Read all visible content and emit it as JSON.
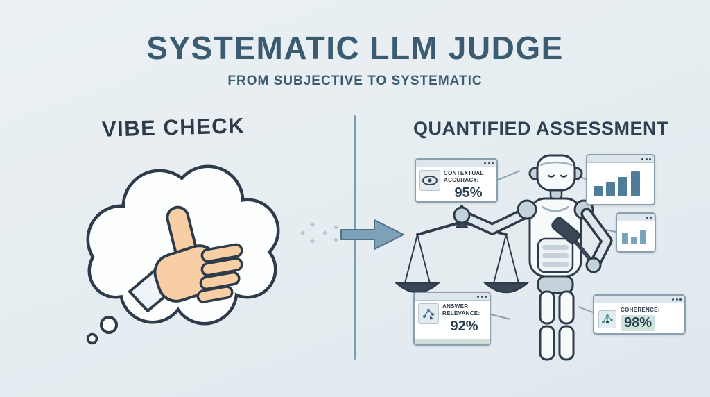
{
  "header": {
    "title": "SYSTEMATIC LLM JUDGE",
    "subtitle": "FROM SUBJECTIVE TO SYSTEMATIC"
  },
  "left_panel": {
    "heading": "VIBE CHECK",
    "illustration": "thumbs-up-thought-bubble"
  },
  "right_panel": {
    "heading": "QUANTIFIED ASSESSMENT",
    "illustration": "robot-judge-with-scale-and-gavel",
    "metric_cards": [
      {
        "id": "contextual-accuracy",
        "icon": "eye-icon",
        "label": "CONTEXTUAL ACCURACY:",
        "value": "95%"
      },
      {
        "id": "answer-relevance",
        "icon": "network-cursor-icon",
        "label": "ANSWER RELEVANCE:",
        "value": "92%"
      },
      {
        "id": "coherence",
        "icon": "network-icon",
        "label": "COHERENCE:",
        "value": "98%"
      }
    ]
  },
  "chart_data": [
    {
      "type": "bar",
      "name": "metric-trend-large",
      "categories": [
        "",
        "",
        "",
        ""
      ],
      "values": [
        34,
        50,
        68,
        88
      ],
      "title": "",
      "xlabel": "",
      "ylabel": "",
      "ylim": [
        0,
        100
      ]
    },
    {
      "type": "bar",
      "name": "metric-trend-small",
      "categories": [
        "",
        "",
        ""
      ],
      "values": [
        62,
        40,
        78
      ],
      "title": "",
      "xlabel": "",
      "ylabel": "",
      "ylim": [
        0,
        100
      ]
    }
  ],
  "colors": {
    "background": "#e8eef2",
    "title": "#3b5b71",
    "heading_left": "#2d3b48",
    "heading_right": "#2f4254",
    "ink_outline": "#2e3b4a",
    "accent_arrow": "#7da1b7",
    "divider": "#7e9cb1",
    "card_border": "#8ba0af",
    "bar_fill": "#4f7d99",
    "bar_fill_light": "#79a3ba",
    "hand_skin": "#f8cfa4",
    "highlight": "#cfe3dd"
  }
}
